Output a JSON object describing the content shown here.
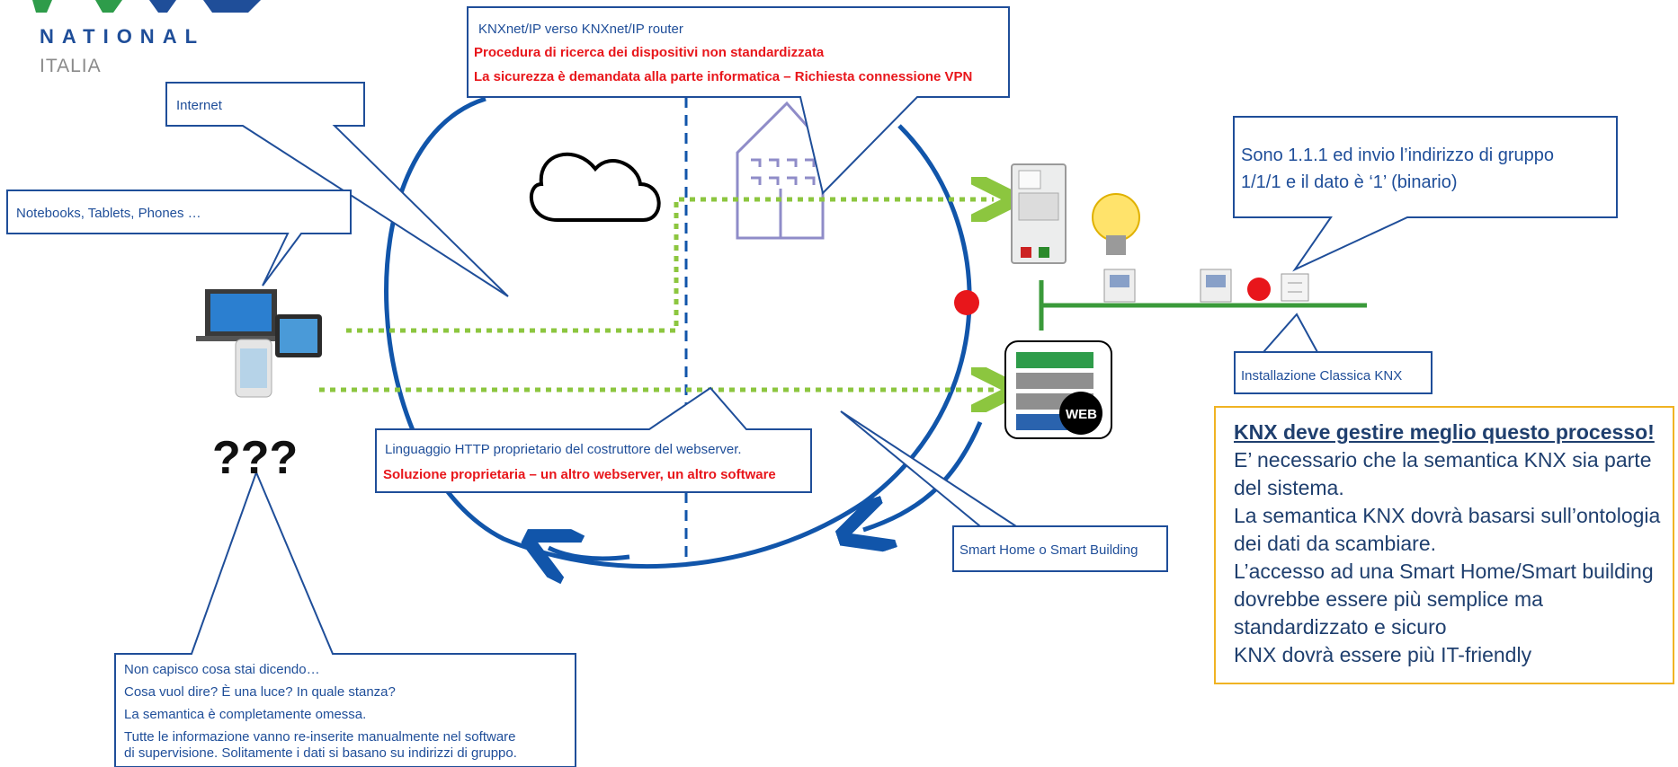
{
  "logo": {
    "brand": "KNX",
    "line1": "NATIONAL",
    "line2": "ITALIA"
  },
  "callouts": {
    "router": {
      "line1": "KNXnet/IP verso  KNXnet/IP router",
      "line2": "Procedura di ricerca dei dispositivi non standardizzata",
      "line3": "La sicurezza è demandata alla parte informatica – Richiesta connessione VPN"
    },
    "internet": {
      "text": "Internet"
    },
    "devices": {
      "text": "Notebooks, Tablets, Phones …"
    },
    "sender": {
      "line1": "Sono 1.1.1 ed invio l’indirizzo di gruppo",
      "line2": "1/1/1 e il dato è ‘1’ (binario)"
    },
    "classic": {
      "text": "Installazione Classica KNX"
    },
    "http": {
      "line1": "Linguaggio HTTP proprietario del costruttore del webserver.",
      "line2": "Soluzione proprietaria – un altro webserver, un altro software"
    },
    "smart": {
      "text": "Smart Home o Smart Building"
    },
    "confused": {
      "line1": "Non capisco cosa stai dicendo…",
      "line2": "Cosa vuol dire? È una luce? In quale stanza?",
      "line3": "La semantica è completamente omessa.",
      "line4": "Tutte le informazione  vanno re-inserite manualmente nel software",
      "line5": "di supervisione. Solitamente i dati si basano su indirizzi di gruppo."
    }
  },
  "question_marks": "???",
  "web_label": "WEB",
  "knx_box": {
    "heading": "KNX deve gestire meglio questo processo!",
    "lines": [
      "E’ necessario che la semantica KNX  sia parte",
      "del sistema.",
      "La semantica KNX dovrà basarsi sull’ontologia",
      "dei dati da scambiare.",
      "L’accesso ad una Smart Home/Smart building",
      "dovrebbe essere più semplice ma",
      "standardizzato e sicuro",
      "KNX dovrà essere più IT-friendly"
    ]
  },
  "colors": {
    "accent_blue": "#1f4e99",
    "ellipse_blue": "#1155aa",
    "red": "#e8161b",
    "dotted_green": "#8cc63f",
    "bus_green": "#3a9a3a",
    "box_border_yellow": "#f0b323",
    "house_purple": "#8f8cc8"
  },
  "icons": [
    "cloud-icon",
    "house-icon",
    "laptop-icon",
    "tablet-icon",
    "phone-icon",
    "knx-router-icon",
    "lightbulb-icon",
    "actuator-icon",
    "push-button-icon",
    "webserver-icon"
  ]
}
